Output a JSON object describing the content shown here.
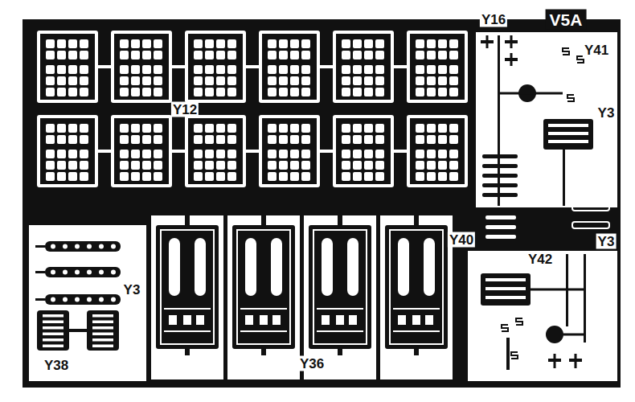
{
  "diagram": {
    "labels": [
      "Y16",
      "V5A",
      "Y41",
      "Y3",
      "Y12",
      "Y40",
      "Y3",
      "Y42",
      "Y3",
      "Y38",
      "Y36"
    ]
  }
}
